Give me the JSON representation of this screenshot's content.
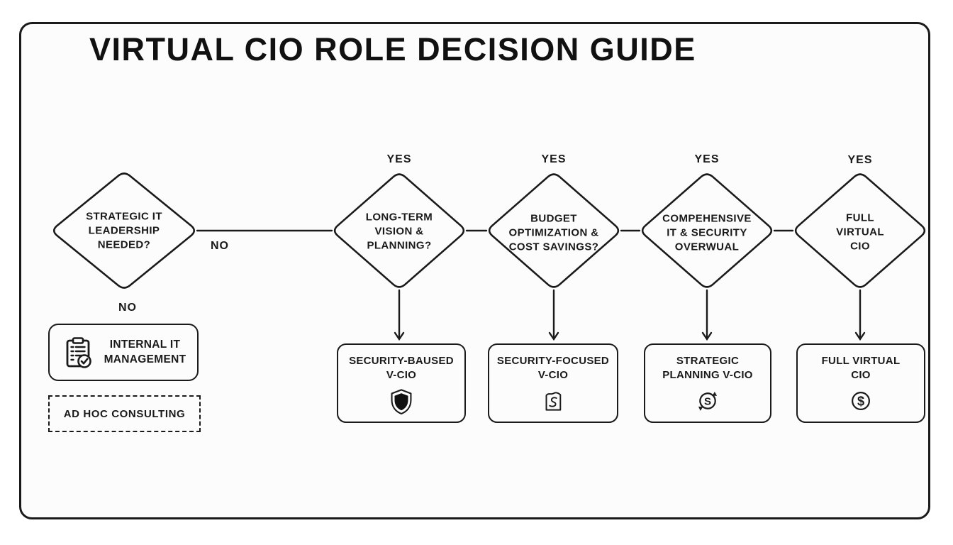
{
  "title": "VIRTUAL CIO ROLE DECISION GUIDE",
  "labels": {
    "yes": "YES",
    "no": "NO"
  },
  "decisions": [
    {
      "text": "STRATEGIC IT\nLEADERSHIP\nNEEDED?"
    },
    {
      "text": "LONG-TERM\nVISION &\nPLANNING?"
    },
    {
      "text": "BUDGET\nOPTIMIZATION &\nCOST SAVINGS?"
    },
    {
      "text": "COMPEHENSIVE\nIT & SECURITY\nOVERWUAL"
    },
    {
      "text": "FULL\nVIRTUAL\nCIO"
    }
  ],
  "outcomes": [
    {
      "text": "SECURITY-BAUSED\nV-CIO",
      "icon": "shield-icon"
    },
    {
      "text": "SECURITY-FOCUSED\nV-CIO",
      "icon": "document-s-icon"
    },
    {
      "text": "STRATEGIC\nPLANNING V-CIO",
      "icon": "sync-s-icon"
    },
    {
      "text": "FULL VIRTUAL\nCIO",
      "icon": "dollar-circle-icon"
    }
  ],
  "no_branch": {
    "primary": {
      "text": "INTERNAL IT\nMANAGEMENT",
      "icon": "clipboard-check-icon"
    },
    "secondary": {
      "text": "AD HOC CONSULTING"
    }
  },
  "colors": {
    "stroke": "#1a1a1a",
    "text": "#1a1a1a",
    "background": "#fcfcfc"
  }
}
